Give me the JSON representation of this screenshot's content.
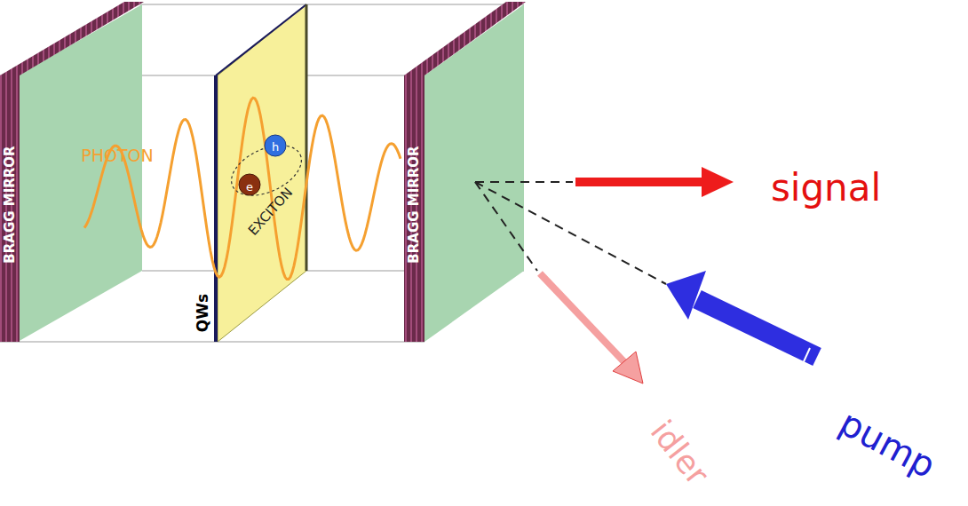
{
  "diagram": {
    "labels": [
      "BRAGG MIRROR",
      "PHOTON",
      "EXCITON",
      "QWs",
      "e",
      "h",
      "BRAGG MIRROR",
      "signal",
      "pump",
      "idler"
    ]
  }
}
